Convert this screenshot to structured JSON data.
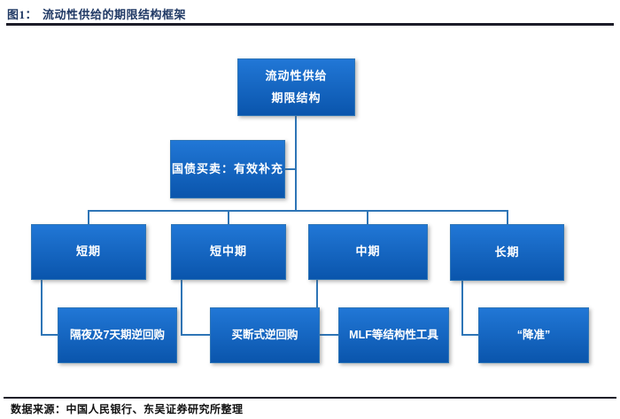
{
  "figure": {
    "label": "图1：",
    "title": "流动性供给的期限结构框架"
  },
  "footer": {
    "source_text": "数据来源：中国人民银行、东吴证券研究所整理"
  },
  "colors": {
    "title_text": "#1F3864",
    "rule": "#1C1C28",
    "box_gradient_top": "#2177D6",
    "box_gradient_bottom": "#0A55AC",
    "box_border": "#2E75B6",
    "box_text": "#FFFFFF",
    "connector": "#2E75B6"
  },
  "nodes": {
    "root": {
      "line1": "流动性供给",
      "line2": "期限结构"
    },
    "treasury": {
      "label": "国债买卖：有效补充"
    },
    "short_term": {
      "label": "短期"
    },
    "short_mid_term": {
      "label": "短中期"
    },
    "mid_term": {
      "label": "中期"
    },
    "long_term": {
      "label": "长期"
    },
    "overnight_7d_repo": {
      "label": "隔夜及7天期逆回购"
    },
    "outright_repo": {
      "label": "买断式逆回购"
    },
    "mlf_tools": {
      "label": "MLF等结构性工具"
    },
    "rrr_cut": {
      "label": "“降准”"
    }
  }
}
